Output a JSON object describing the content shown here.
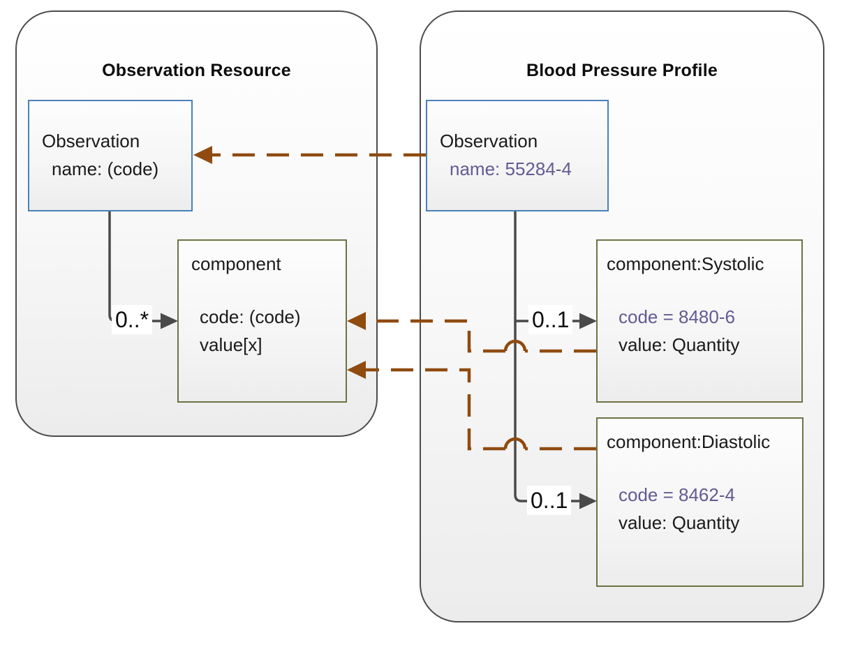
{
  "diagram": {
    "left_panel": {
      "title": "Observation Resource",
      "observation_box": {
        "title": "Observation",
        "name_field": "name: (code)"
      },
      "component_box": {
        "title": "component",
        "code_field": "code: (code)",
        "value_field": "value[x]"
      },
      "multiplicity": "0..*"
    },
    "right_panel": {
      "title": "Blood Pressure Profile",
      "observation_box": {
        "title": "Observation",
        "name_field": "name: 55284-4"
      },
      "systolic_box": {
        "title": "component:Systolic",
        "code_field": "code = 8480-6",
        "value_field": "value: Quantity",
        "multiplicity": "0..1"
      },
      "diastolic_box": {
        "title": "component:Diastolic",
        "code_field": "code = 8462-4",
        "value_field": "value: Quantity",
        "multiplicity": "0..1"
      }
    },
    "colors": {
      "mapping_arrow_brown": "#8f4b10",
      "fixed_value_purple": "#645a92",
      "observation_border_blue": "#4a80b8",
      "component_border_olive": "#6e7243",
      "relation_line_gray": "#4a4a4a"
    }
  }
}
